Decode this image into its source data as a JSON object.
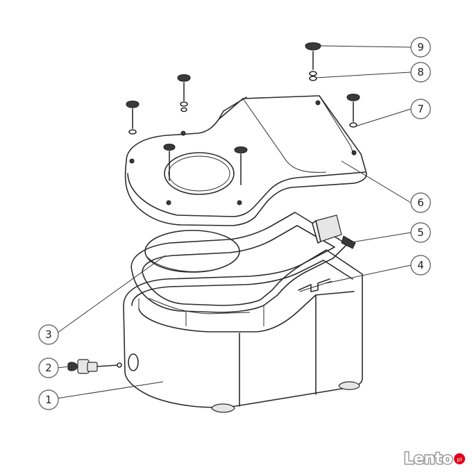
{
  "diagram": {
    "callouts": [
      {
        "id": "1",
        "label": "1"
      },
      {
        "id": "2",
        "label": "2"
      },
      {
        "id": "3",
        "label": "3"
      },
      {
        "id": "4",
        "label": "4"
      },
      {
        "id": "5",
        "label": "5"
      },
      {
        "id": "6",
        "label": "6"
      },
      {
        "id": "7",
        "label": "7"
      },
      {
        "id": "8",
        "label": "8"
      },
      {
        "id": "9",
        "label": "9"
      }
    ]
  },
  "watermark": {
    "text": "Lento",
    "suffix": "pl"
  }
}
